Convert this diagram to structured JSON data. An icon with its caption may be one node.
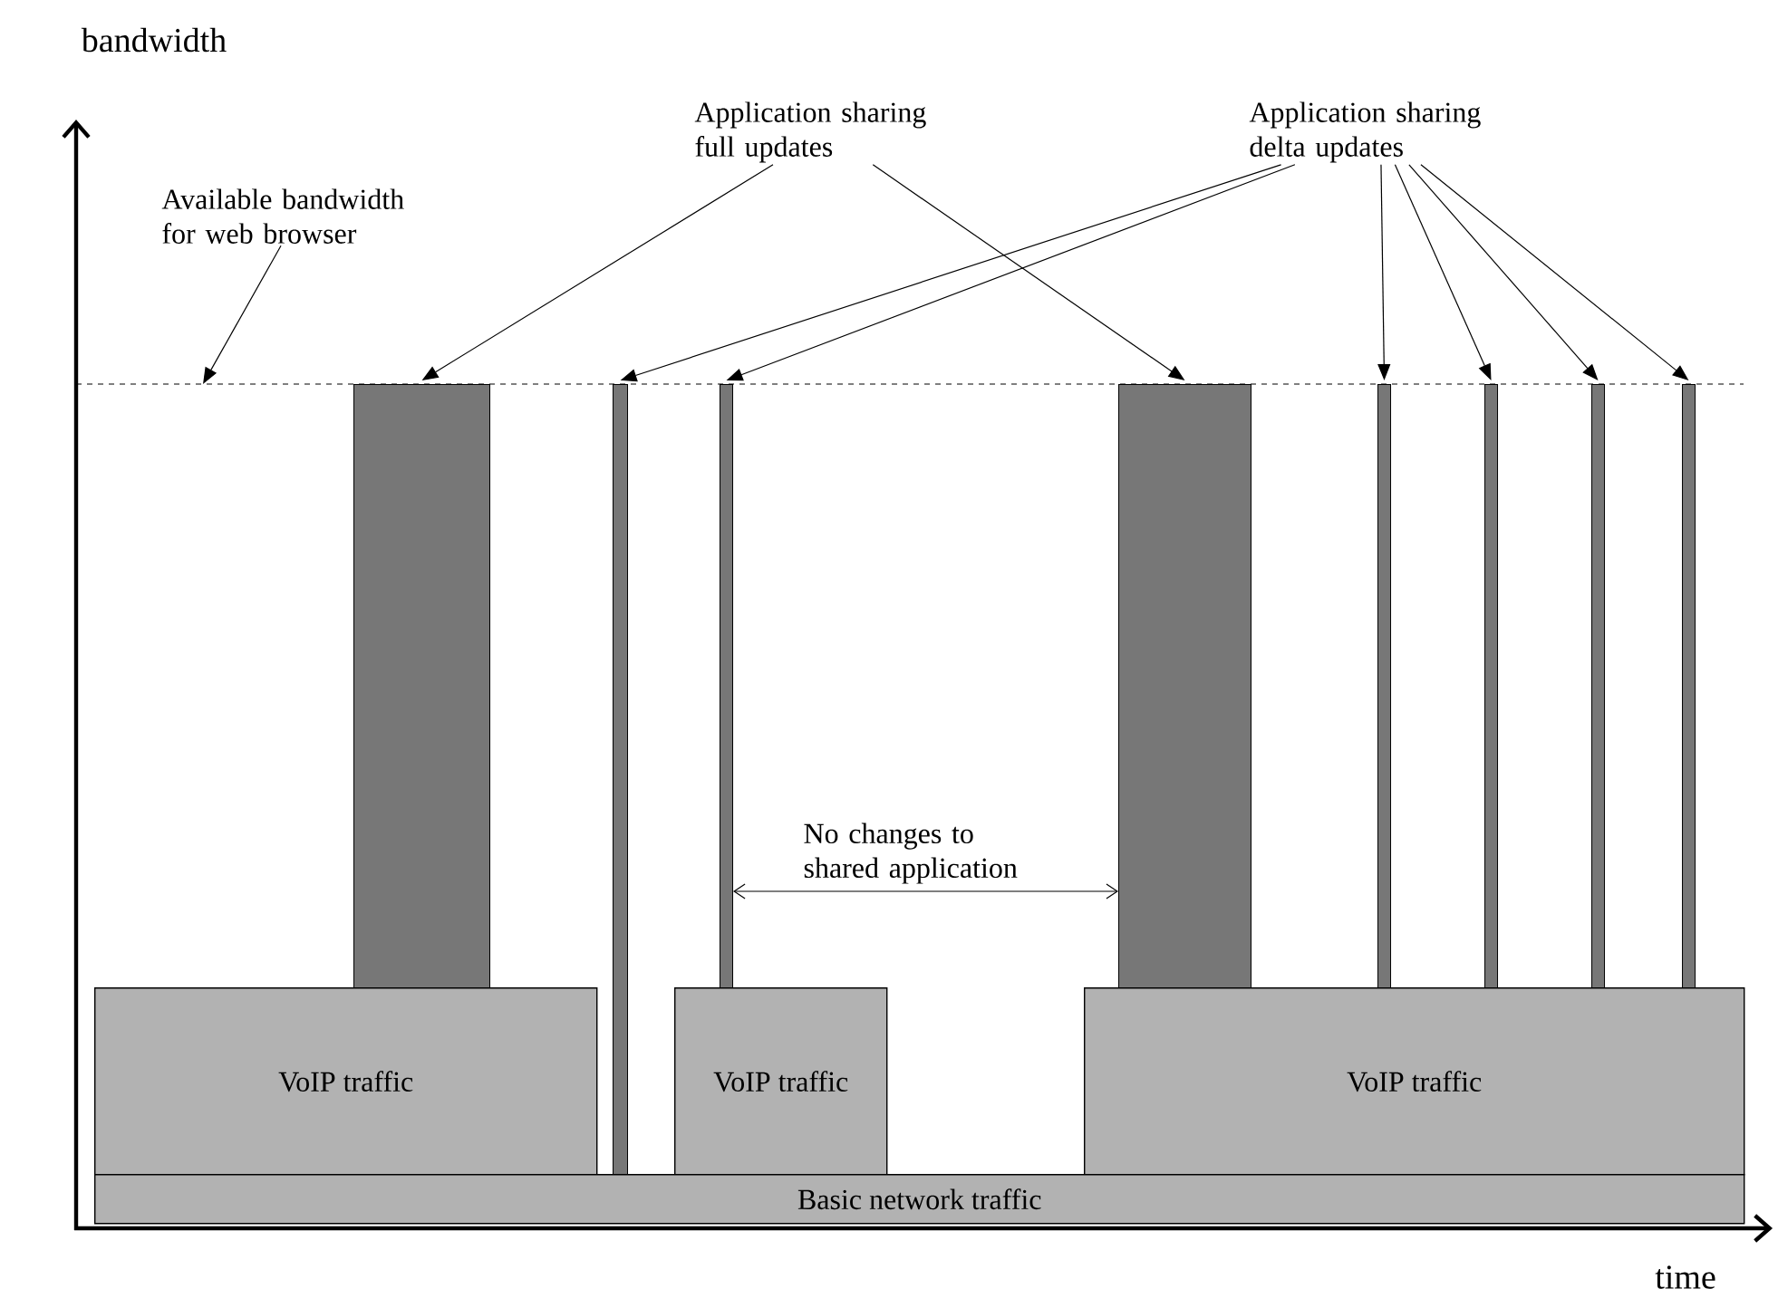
{
  "diagram": {
    "nodes": [
      {
        "text": [
          "Available bandwidth for web browser"
        ]
      },
      {
        "text": [
          "Application sharing full updates"
        ]
      },
      {
        "text": [
          "Application sharing delta updates"
        ]
      },
      {
        "text": [],
        "shape": "bar"
      },
      {
        "text": [],
        "shape": "bar"
      },
      {
        "text": [],
        "shape": "bar"
      },
      {
        "text": [],
        "shape": "bar"
      },
      {
        "text": [],
        "shape": "bar"
      },
      {
        "text": [],
        "shape": "bar"
      },
      {
        "text": [],
        "shape": "bar"
      },
      {
        "text": [],
        "shape": "bar"
      },
      {
        "text": [
          "VoIP traffic"
        ]
      },
      {
        "text": [
          "VoIP traffic"
        ]
      },
      {
        "text": [
          "VoIP traffic"
        ]
      },
      {
        "text": [
          "Basic network traffic"
        ]
      }
    ],
    "edges": [
      {
        "from": 0,
        "to": null,
        "arrow": "to"
      },
      {
        "from": 1,
        "to": 3,
        "arrow": "to"
      },
      {
        "from": 1,
        "to": 6,
        "arrow": "to"
      },
      {
        "from": 2,
        "to": 4,
        "arrow": "to"
      },
      {
        "from": 2,
        "to": 5,
        "arrow": "to"
      },
      {
        "from": 2,
        "to": 7,
        "arrow": "to"
      },
      {
        "from": 2,
        "to": 8,
        "arrow": "to"
      },
      {
        "from": 2,
        "to": 9,
        "arrow": "to"
      },
      {
        "from": 2,
        "to": 10,
        "arrow": "to"
      },
      {
        "from": 5,
        "to": 6,
        "arrow": "both",
        "label": "No changes to shared application"
      }
    ],
    "labels": [
      "bandwidth",
      "time"
    ]
  }
}
